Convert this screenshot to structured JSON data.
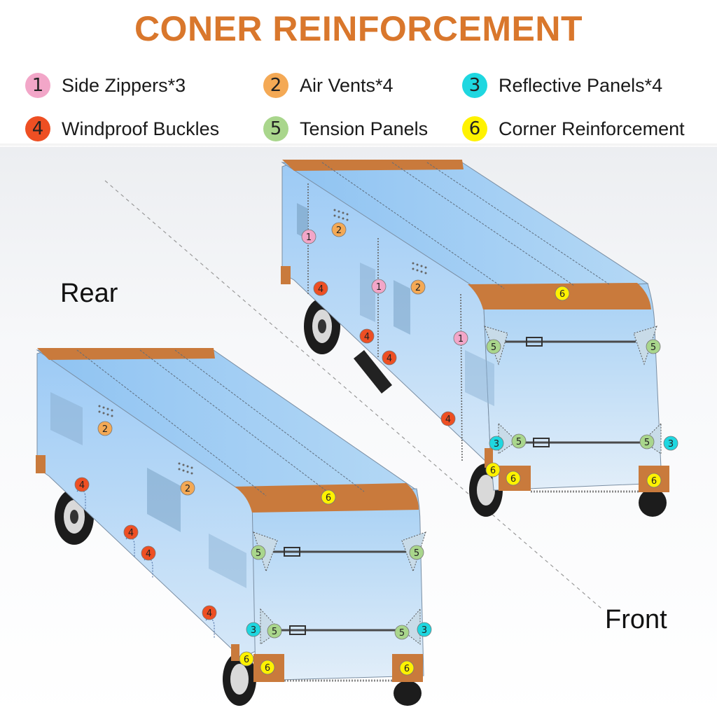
{
  "title": "CONER REINFORCEMENT",
  "legend": [
    {
      "num": "1",
      "label": "Side Zippers*3",
      "color": "#f2a6c8"
    },
    {
      "num": "2",
      "label": "Air Vents*4",
      "color": "#f4a955"
    },
    {
      "num": "3",
      "label": "Reflective Panels*4",
      "color": "#1fd7e0"
    },
    {
      "num": "4",
      "label": "Windproof Buckles",
      "color": "#ee4f23"
    },
    {
      "num": "5",
      "label": "Tension Panels",
      "color": "#a9d68c"
    },
    {
      "num": "6",
      "label": "Corner Reinforcement",
      "color": "#fff200"
    }
  ],
  "labels": {
    "rear": "Rear",
    "front": "Front"
  },
  "colors": {
    "title": "#d9772c",
    "cover_body": "#a8cff2",
    "reinforcement": "#c97a3c",
    "background": "#eef0f3"
  }
}
